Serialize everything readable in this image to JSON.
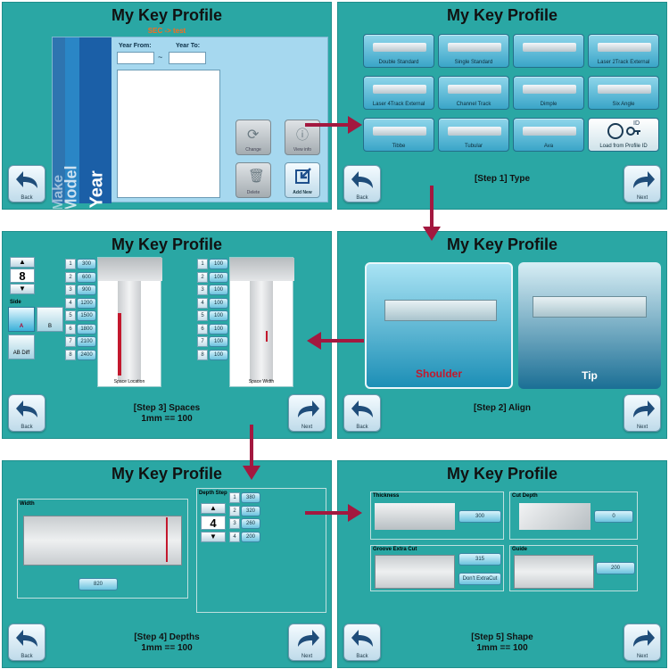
{
  "app_title": "My Key Profile",
  "colors": {
    "panel_bg": "#2aa7a4",
    "arrow": "#a3183f",
    "accent_orange": "#ff6a1a"
  },
  "nav": {
    "back": "Back",
    "next": "Next"
  },
  "panel1": {
    "subtitle": "SEC -> test",
    "year_from_label": "Year From:",
    "year_to_label": "Year To:",
    "year_sep": "~",
    "side_texts": [
      "Make",
      "Model",
      "Year"
    ],
    "actions": {
      "change": "Change",
      "view_info": "View info",
      "delete": "Delete",
      "add_new": "Add New"
    }
  },
  "panel2": {
    "types": [
      "Double Standard",
      "Single Standard",
      "Laser 2Track External",
      "Laser 4Track External",
      "Channel Track",
      "Dimple",
      "Six Angle",
      "Tibbe",
      "Tubular",
      "Ava",
      "Load from Profile ID"
    ],
    "load_icon_text": "ID",
    "step": "[Step 1] Type"
  },
  "panel3": {
    "counter": "8",
    "side_label": "Side",
    "side_a": "A",
    "side_b": "B",
    "side_ab": "AB Diff",
    "space_nums": [
      "1",
      "2",
      "3",
      "4",
      "5",
      "6",
      "7",
      "8"
    ],
    "space_values": [
      "300",
      "600",
      "900",
      "1200",
      "1500",
      "1800",
      "2100",
      "2400"
    ],
    "width_values": [
      "100",
      "100",
      "100",
      "100",
      "100",
      "100",
      "100",
      "100"
    ],
    "space_location": "Space Location",
    "space_width": "Space Width",
    "step": "[Step 3] Spaces",
    "step2": "1mm == 100"
  },
  "panel4": {
    "shoulder": "Shoulder",
    "tip": "Tip",
    "step": "[Step 2] Align"
  },
  "panel5": {
    "width_label": "Width",
    "width_value": "820",
    "depth_step_label": "Depth Step",
    "depth_counter": "4",
    "depth_nums": [
      "1",
      "2",
      "3",
      "4"
    ],
    "depth_values": [
      "380",
      "320",
      "260",
      "200"
    ],
    "step": "[Step 4] Depths",
    "step2": "1mm == 100"
  },
  "panel6": {
    "thickness_label": "Thickness",
    "thickness_value": "300",
    "cut_depth_label": "Cut Depth",
    "cut_depth_value": "0",
    "groove_label": "Groove  Extra Cut",
    "groove_value": "315",
    "dont_extra": "Don't ExtraCut",
    "guide_label": "Guide",
    "guide_value": "200",
    "step": "[Step 5] Shape",
    "step2": "1mm == 100"
  }
}
